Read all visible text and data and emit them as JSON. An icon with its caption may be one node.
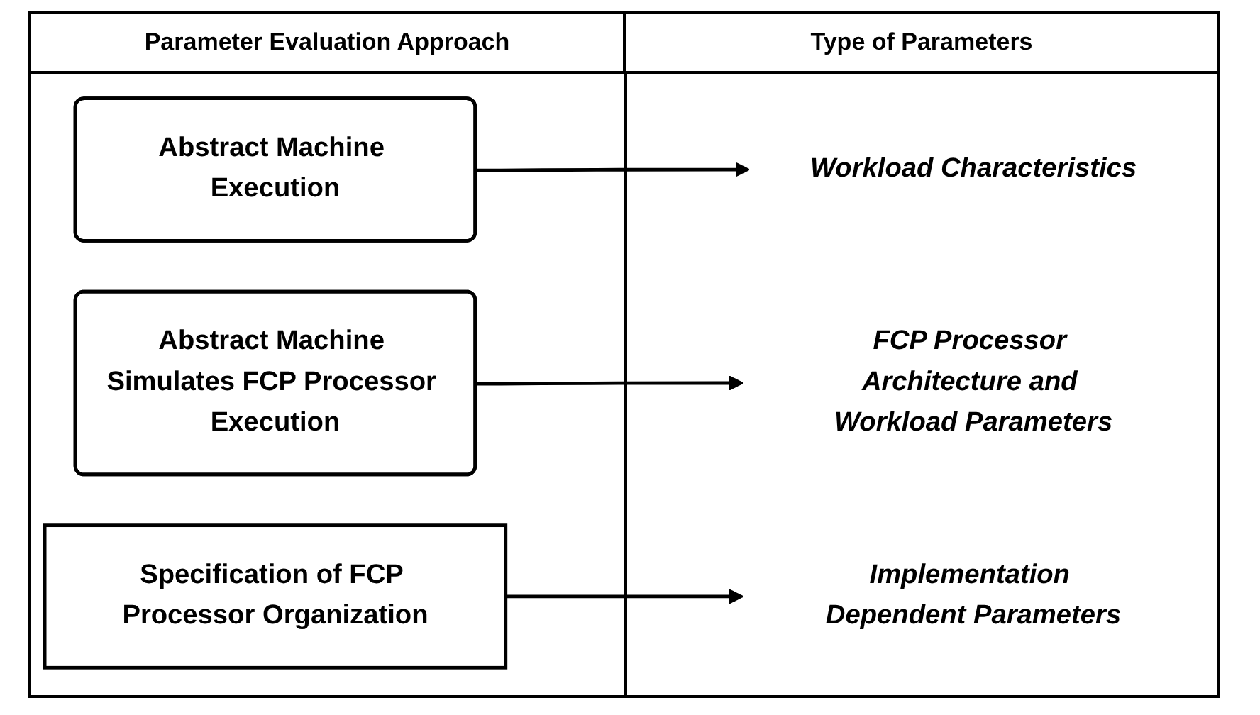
{
  "diagram": {
    "nodes": [
      {
        "text": [
          "Abstract Machine Execution"
        ]
      },
      {
        "text": [
          "Workload Characteristics"
        ]
      },
      {
        "text": [
          "Abstract Machine Simulates FCP Processor Execution"
        ]
      },
      {
        "text": [
          "FCP Processor Architecture and Workload Parameters"
        ]
      },
      {
        "text": [
          "Specification of FCP Processor Organization"
        ]
      },
      {
        "text": [
          "Implementation Dependent Parameters"
        ]
      }
    ],
    "edges": [
      {
        "from": 0,
        "to": 1,
        "arrow": "to"
      },
      {
        "from": 2,
        "to": 3,
        "arrow": "to"
      },
      {
        "from": 4,
        "to": 5,
        "arrow": "to"
      }
    ],
    "labels": [
      "Parameter Evaluation Approach",
      "Type of Parameters"
    ]
  }
}
